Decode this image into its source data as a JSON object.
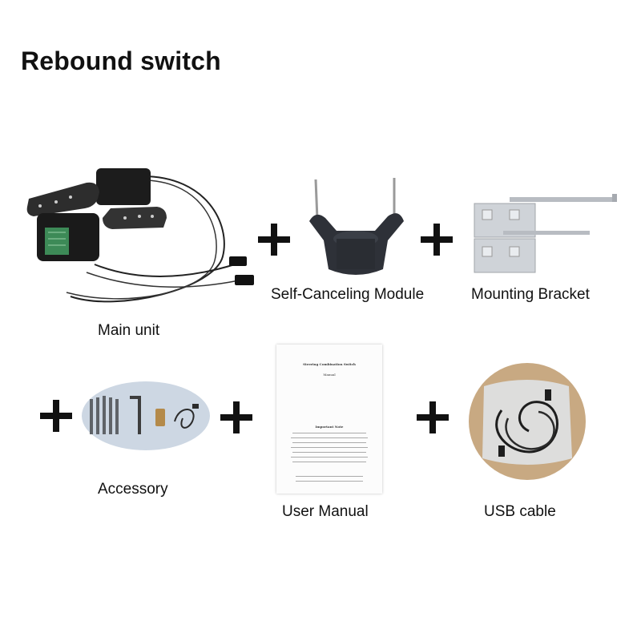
{
  "title": "Rebound switch",
  "items": {
    "main_unit": "Main unit",
    "self_canceling_module": "Self-Canceling Module",
    "mounting_bracket": "Mounting Bracket",
    "accessory": "Accessory",
    "user_manual": "User Manual",
    "usb_cable": "USB cable"
  },
  "manual": {
    "heading": "Steering Combination Switch",
    "sub": "Manual",
    "note": "Important Note"
  },
  "icons": {
    "plus": "plus-icon"
  }
}
